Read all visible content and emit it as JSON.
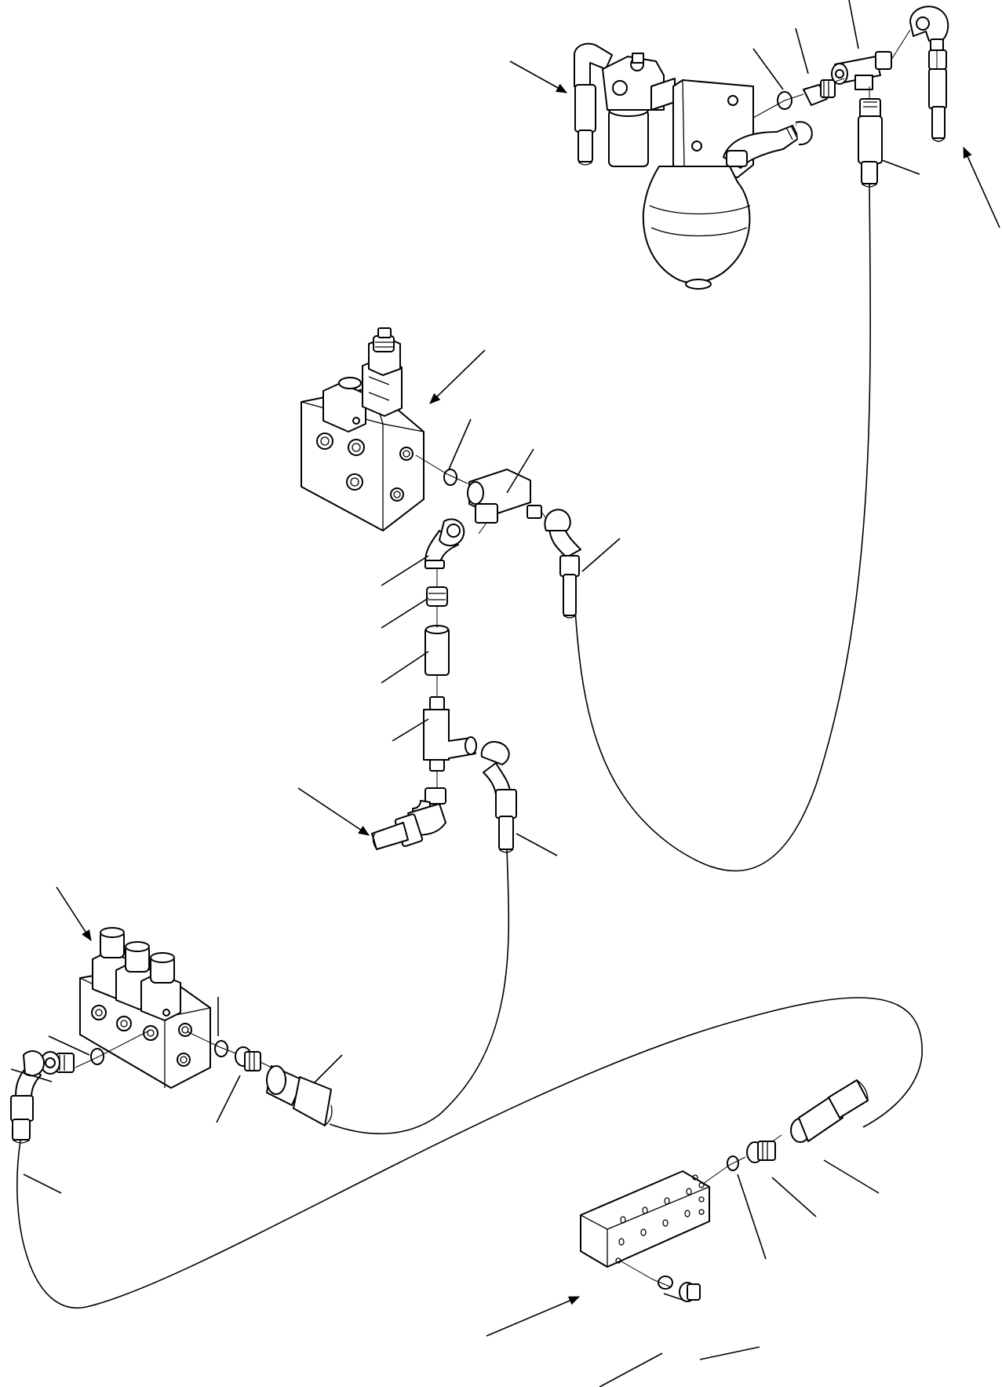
{
  "diagram": {
    "style": "exploded line drawing, black on white",
    "labels": [],
    "components": [
      {
        "id": "accumulator-assembly",
        "kind": "accumulator-with-valve-block"
      },
      {
        "id": "solenoid-valve-upper",
        "kind": "solenoid-valve-block"
      },
      {
        "id": "solenoid-valve-triple",
        "kind": "triple-solenoid-valve-block"
      },
      {
        "id": "distribution-block",
        "kind": "manifold-block"
      },
      {
        "id": "hoses",
        "kind": "flexible-hose",
        "count": 4
      },
      {
        "id": "fittings",
        "kind": "tees-elbows-adapters-o-rings"
      }
    ],
    "leader_lines": 30,
    "pointer_arrows": 7
  }
}
